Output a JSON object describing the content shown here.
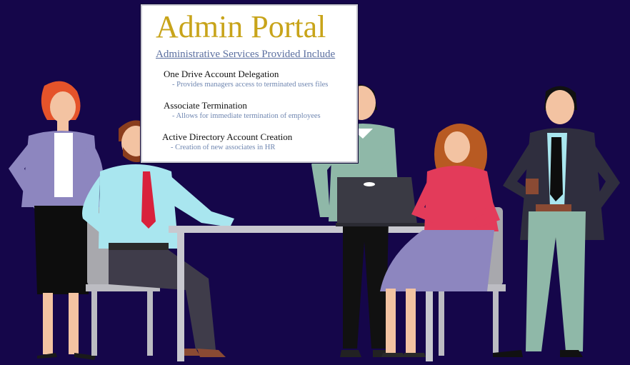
{
  "portal": {
    "title": "Admin Portal",
    "subtitle": "Administrative Services Provided Include",
    "services": [
      {
        "title": "One Drive Account Delegation",
        "description": "- Provides managers access to terminated users files"
      },
      {
        "title": "Associate Termination",
        "description": "- Allows for immediate termination of employees"
      },
      {
        "title": "Active Directory Account Creation",
        "description": "- Creation of new associates in HR"
      }
    ]
  },
  "colors": {
    "background": "#15064a",
    "title_gold": "#c8a41a",
    "subtitle_blue": "#5b6fa0",
    "description_blue": "#6f86b0"
  }
}
